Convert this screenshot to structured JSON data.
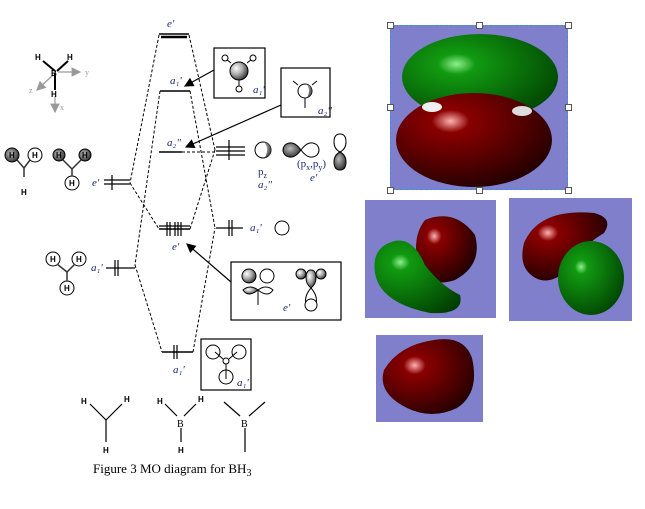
{
  "figure": {
    "caption": "Figure 3 MO diagram for BH",
    "caption_sub": "3"
  },
  "axes_inset": {
    "atoms": [
      "H",
      "H",
      "B",
      "H"
    ],
    "axes": [
      "y",
      "z",
      "x"
    ]
  },
  "mo_levels": {
    "top_e_prime": "e'",
    "a1_prime_antibonding": "a₁'",
    "a2_double_prime": "a₂\"",
    "e_prime_bonding": "e'",
    "a1_prime_bonding": "a₁'"
  },
  "left_fragment": {
    "e_prime_label": "e'",
    "a1_prime_label": "a₁'",
    "h_atom": "H"
  },
  "right_fragment": {
    "pz_label": "p",
    "pz_sub": "z",
    "pz_sym": "a₂\"",
    "pxpy_label": "(p",
    "pxpy_x": "x",
    "pxpy_mid": ",p",
    "pxpy_y": "y",
    "pxpy_close": ")",
    "pxpy_sym": "e'",
    "s_sym": "a₁'"
  },
  "boxes": {
    "a1_antibonding_label": "a₁'",
    "a2_label": "a₂\"",
    "e_bonding_label": "e'",
    "a1_bonding_label": "a₁'"
  },
  "structures": {
    "h3_left": [
      "H",
      "H",
      "H"
    ],
    "bh3_mid": [
      "H",
      "H",
      "B",
      "H"
    ],
    "b_right": "B"
  },
  "orbital_renders": [
    {
      "name": "a2-double-prime-orbital",
      "lobes": [
        "green",
        "red"
      ],
      "selected": true
    },
    {
      "name": "e-prime-orbital-1",
      "lobes": [
        "green",
        "red"
      ],
      "selected": false
    },
    {
      "name": "e-prime-orbital-2",
      "lobes": [
        "red",
        "green"
      ],
      "selected": false
    },
    {
      "name": "a1-prime-orbital",
      "lobes": [
        "red"
      ],
      "selected": false
    }
  ],
  "colors": {
    "orbital_background": "#7f7fcb",
    "positive_lobe": "#8b0000",
    "negative_lobe": "#0a7a0a",
    "label_blue": "#1a2a7a",
    "selection_border": "#3a8ee6"
  }
}
